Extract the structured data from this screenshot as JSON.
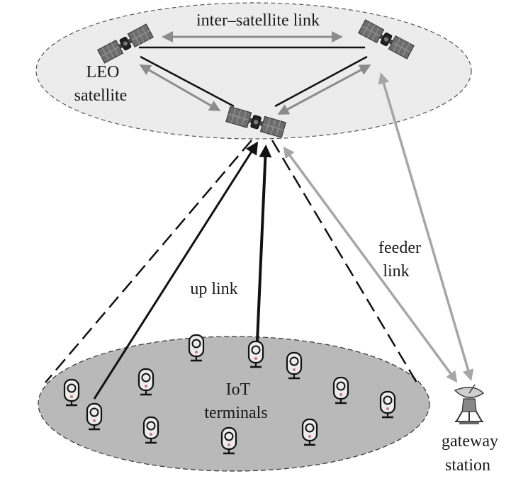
{
  "labels": {
    "inter_satellite_link": "inter–satellite link",
    "leo_satellite_line1": "LEO",
    "leo_satellite_line2": "satellite",
    "feeder_link_line1": "feeder",
    "feeder_link_line2": "link",
    "up_link": "up link",
    "iot_terminals_line1": "IoT",
    "iot_terminals_line2": "terminals",
    "gateway_station_line1": "gateway",
    "gateway_station_line2": "station"
  },
  "icons": {
    "satellite": "satellite-icon",
    "terminal": "iot-terminal-icon",
    "gateway": "satellite-dish-icon"
  },
  "colors": {
    "orbit_fill": "#ececec",
    "ground_fill": "#b9b9b9",
    "black_link": "#111111",
    "gray_link": "#a6a6a6",
    "dark_gray_link": "#8c8c8c"
  }
}
